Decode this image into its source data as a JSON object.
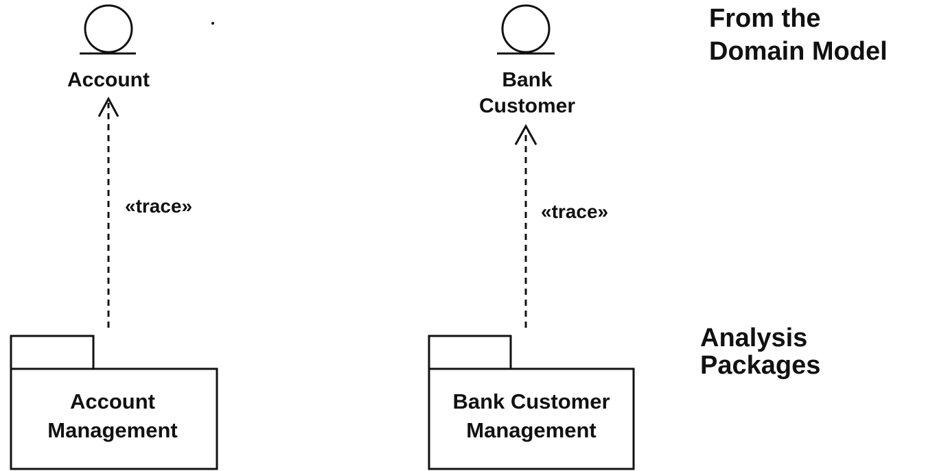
{
  "side_labels": {
    "domain_model": [
      "From the",
      "Domain Model"
    ],
    "analysis_packages": [
      "Analysis",
      "Packages"
    ]
  },
  "entities": [
    {
      "name_lines": [
        "Account"
      ]
    },
    {
      "name_lines": [
        "Bank",
        "Customer"
      ]
    }
  ],
  "packages": [
    {
      "name_lines": [
        "Account",
        "Management"
      ]
    },
    {
      "name_lines": [
        "Bank Customer",
        "Management"
      ]
    }
  ],
  "dependencies": [
    {
      "stereotype": "«trace»"
    },
    {
      "stereotype": "«trace»"
    }
  ]
}
